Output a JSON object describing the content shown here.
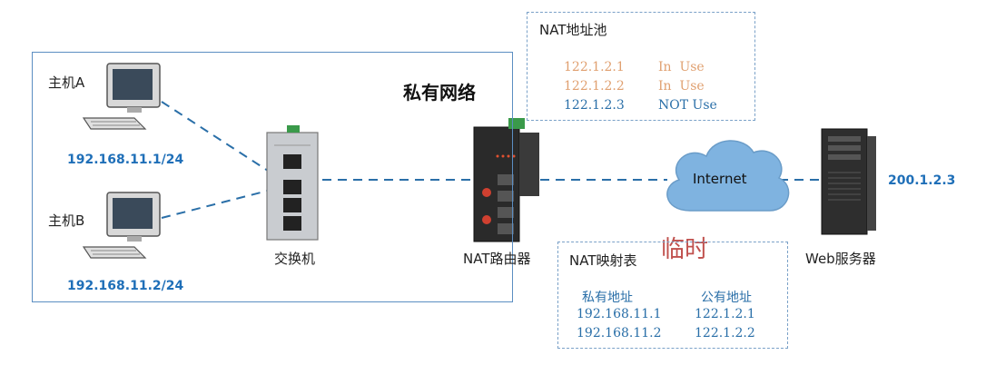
{
  "private_network": {
    "title": "私有网络"
  },
  "host_a": {
    "label": "主机A",
    "ip": "192.168.11.1/24"
  },
  "host_b": {
    "label": "主机B",
    "ip": "192.168.11.2/24"
  },
  "switch": {
    "label": "交换机"
  },
  "router": {
    "label": "NAT路由器"
  },
  "internet": {
    "label": "Internet"
  },
  "server": {
    "label": "Web服务器",
    "ip": "200.1.2.3"
  },
  "nat_pool": {
    "title": "NAT地址池",
    "rows": [
      {
        "ip": "122.1.2.1",
        "status": "In  Use"
      },
      {
        "ip": "122.1.2.2",
        "status": "In  Use"
      },
      {
        "ip": "122.1.2.3",
        "status": "NOT Use"
      }
    ]
  },
  "nat_table": {
    "title": "NAT映射表",
    "headers": [
      "私有地址",
      "公有地址"
    ],
    "rows": [
      [
        "192.168.11.1",
        "122.1.2.1"
      ],
      [
        "192.168.11.2",
        "122.1.2.2"
      ]
    ]
  },
  "temp_label": "临时",
  "colors": {
    "link": "#2a6fa8",
    "cloud": "#7fb3e0",
    "temp": "#c0504d"
  }
}
